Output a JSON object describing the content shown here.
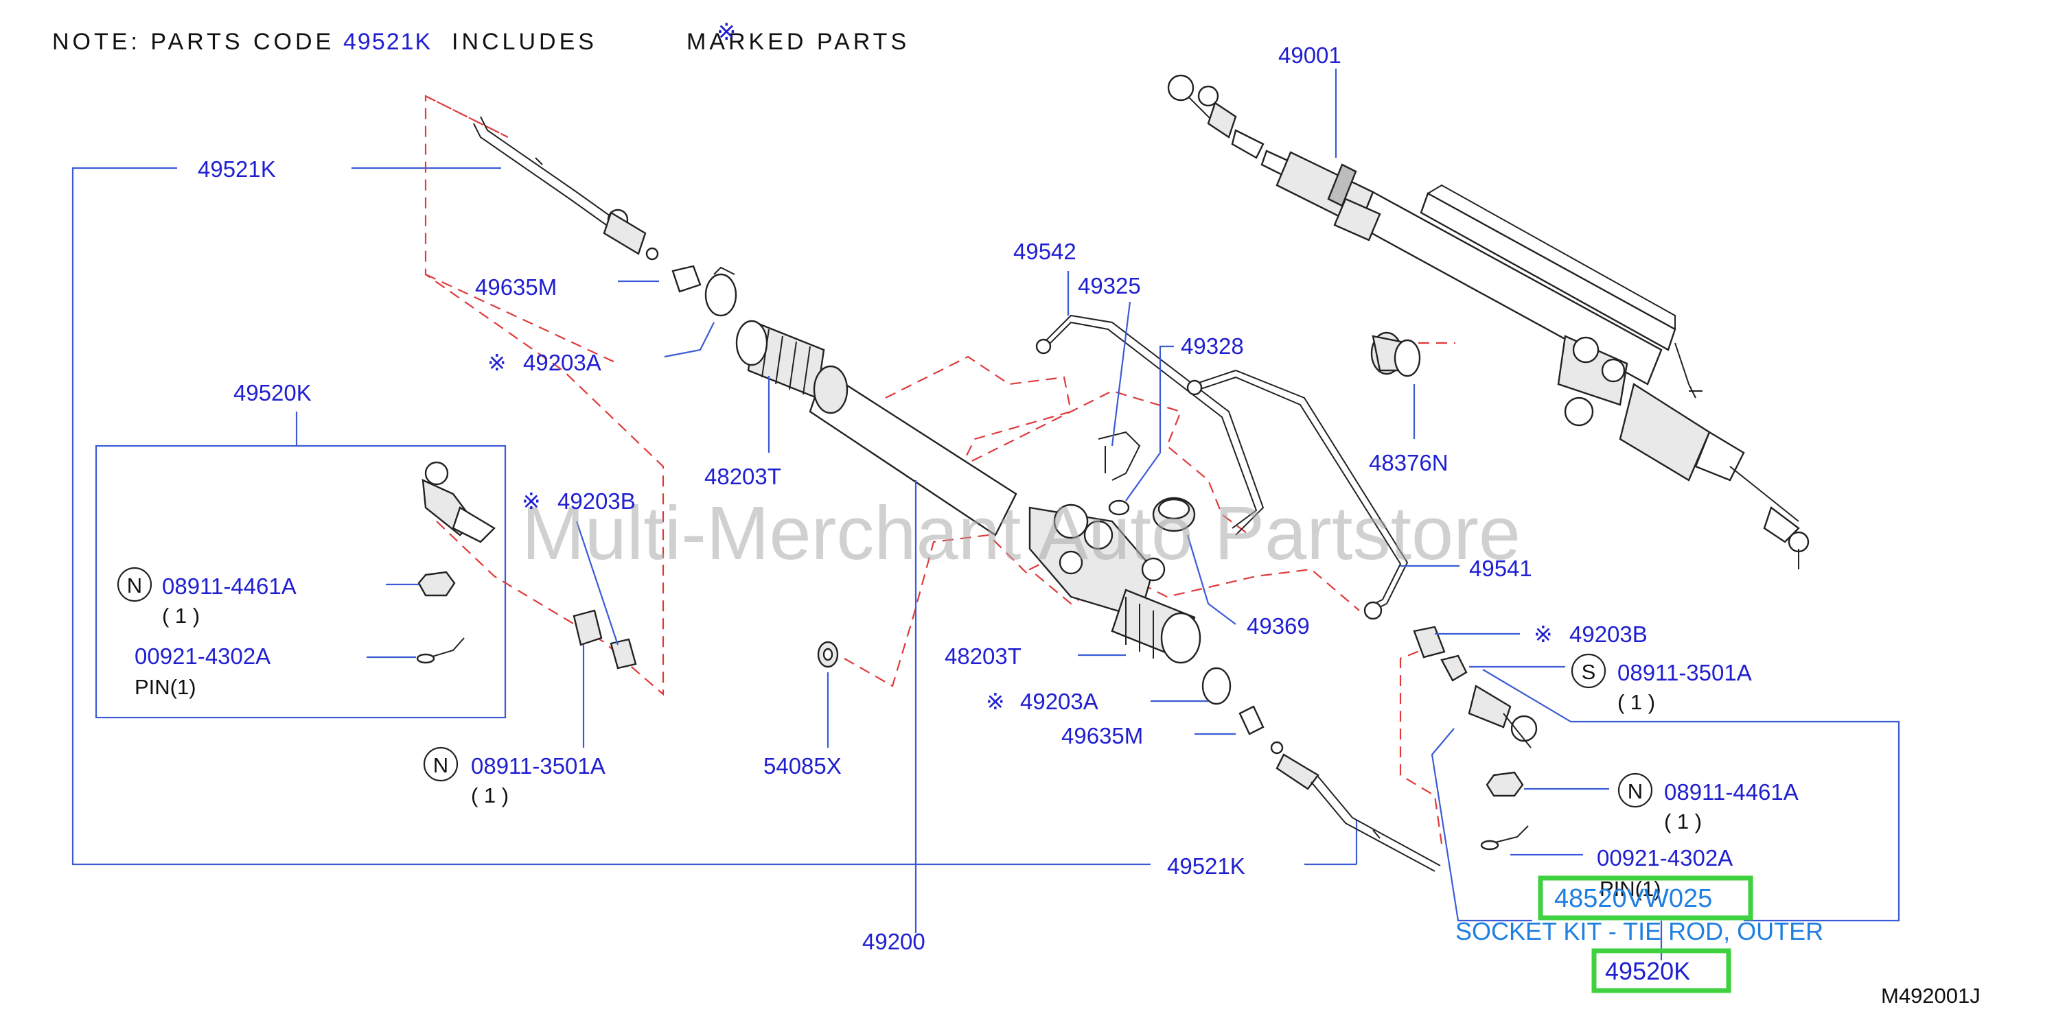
{
  "note": {
    "prefix": "NOTE:  PARTS  CODE",
    "code": "49521K",
    "includes": "INCLUDES",
    "marked": "MARKED  PARTS",
    "mark_symbol": "※"
  },
  "diagram_code": "M492001J",
  "watermark": "Multi-Merchant Auto Partstore",
  "labels": {
    "p49001": "49001",
    "p49521k_top": "49521K",
    "p49635m_left": "49635M",
    "p49203a_left": "49203A",
    "p49520k_box": "49520K",
    "p49203b_left": "49203B",
    "p08911_4461a_left": "08911-4461A",
    "qty_4461a_left": "( 1 )",
    "p00921_4302a_left": "00921-4302A",
    "pin_left": "PIN(1)",
    "p08911_3501a_left": "08911-3501A",
    "qty_3501a_left": "( 1 )",
    "p48203t_left": "48203T",
    "p54085x": "54085X",
    "p49200": "49200",
    "p49542": "49542",
    "p49325": "49325",
    "p49328": "49328",
    "p48376n": "48376N",
    "p49541": "49541",
    "p49369": "49369",
    "p48203t_right": "48203T",
    "p49203a_right": "49203A",
    "p49635m_right": "49635M",
    "p49203b_right": "49203B",
    "p08911_3501a_right": "08911-3501A",
    "qty_3501a_right": "( 1 )",
    "p08911_4461a_right": "08911-4461A",
    "qty_4461a_right": "( 1 )",
    "p00921_4302a_right": "00921-4302A",
    "pin_right": "PIN(1)",
    "p49521k_bottom": "49521K",
    "p49520k_bottom": "49520K"
  },
  "symbols": {
    "mark": "※",
    "n": "N",
    "s": "S"
  },
  "highlight": {
    "part_number": "48520VW025",
    "description": "SOCKET KIT - TIE ROD, OUTER"
  },
  "colors": {
    "label_blue": "#1f1fd1",
    "leader_blue": "#3b5bd6",
    "dash_red": "#e03a3a",
    "highlight_green": "#3fd13f",
    "caption_blue": "#1e7fe0"
  }
}
